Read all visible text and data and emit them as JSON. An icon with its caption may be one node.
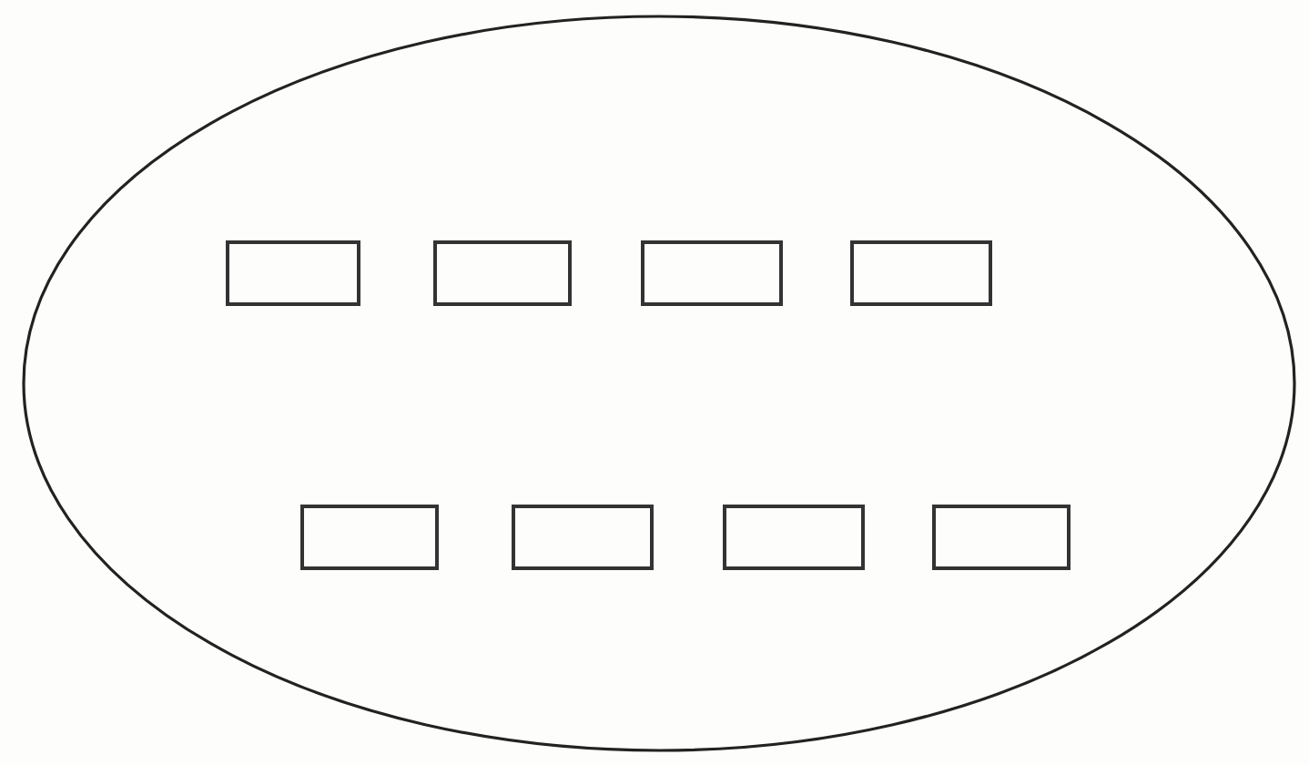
{
  "diagram": {
    "nodes": [
      {
        "text": [],
        "shape": "ellipse"
      },
      {
        "text": [],
        "shape": "box",
        "in": 0
      },
      {
        "text": [],
        "shape": "box",
        "in": 0
      },
      {
        "text": [],
        "shape": "box",
        "in": 0
      },
      {
        "text": [],
        "shape": "box",
        "in": 0
      },
      {
        "text": [],
        "shape": "box",
        "in": 0
      },
      {
        "text": [],
        "shape": "box",
        "in": 0
      },
      {
        "text": [],
        "shape": "box",
        "in": 0
      },
      {
        "text": [],
        "shape": "box",
        "in": 0
      }
    ]
  }
}
